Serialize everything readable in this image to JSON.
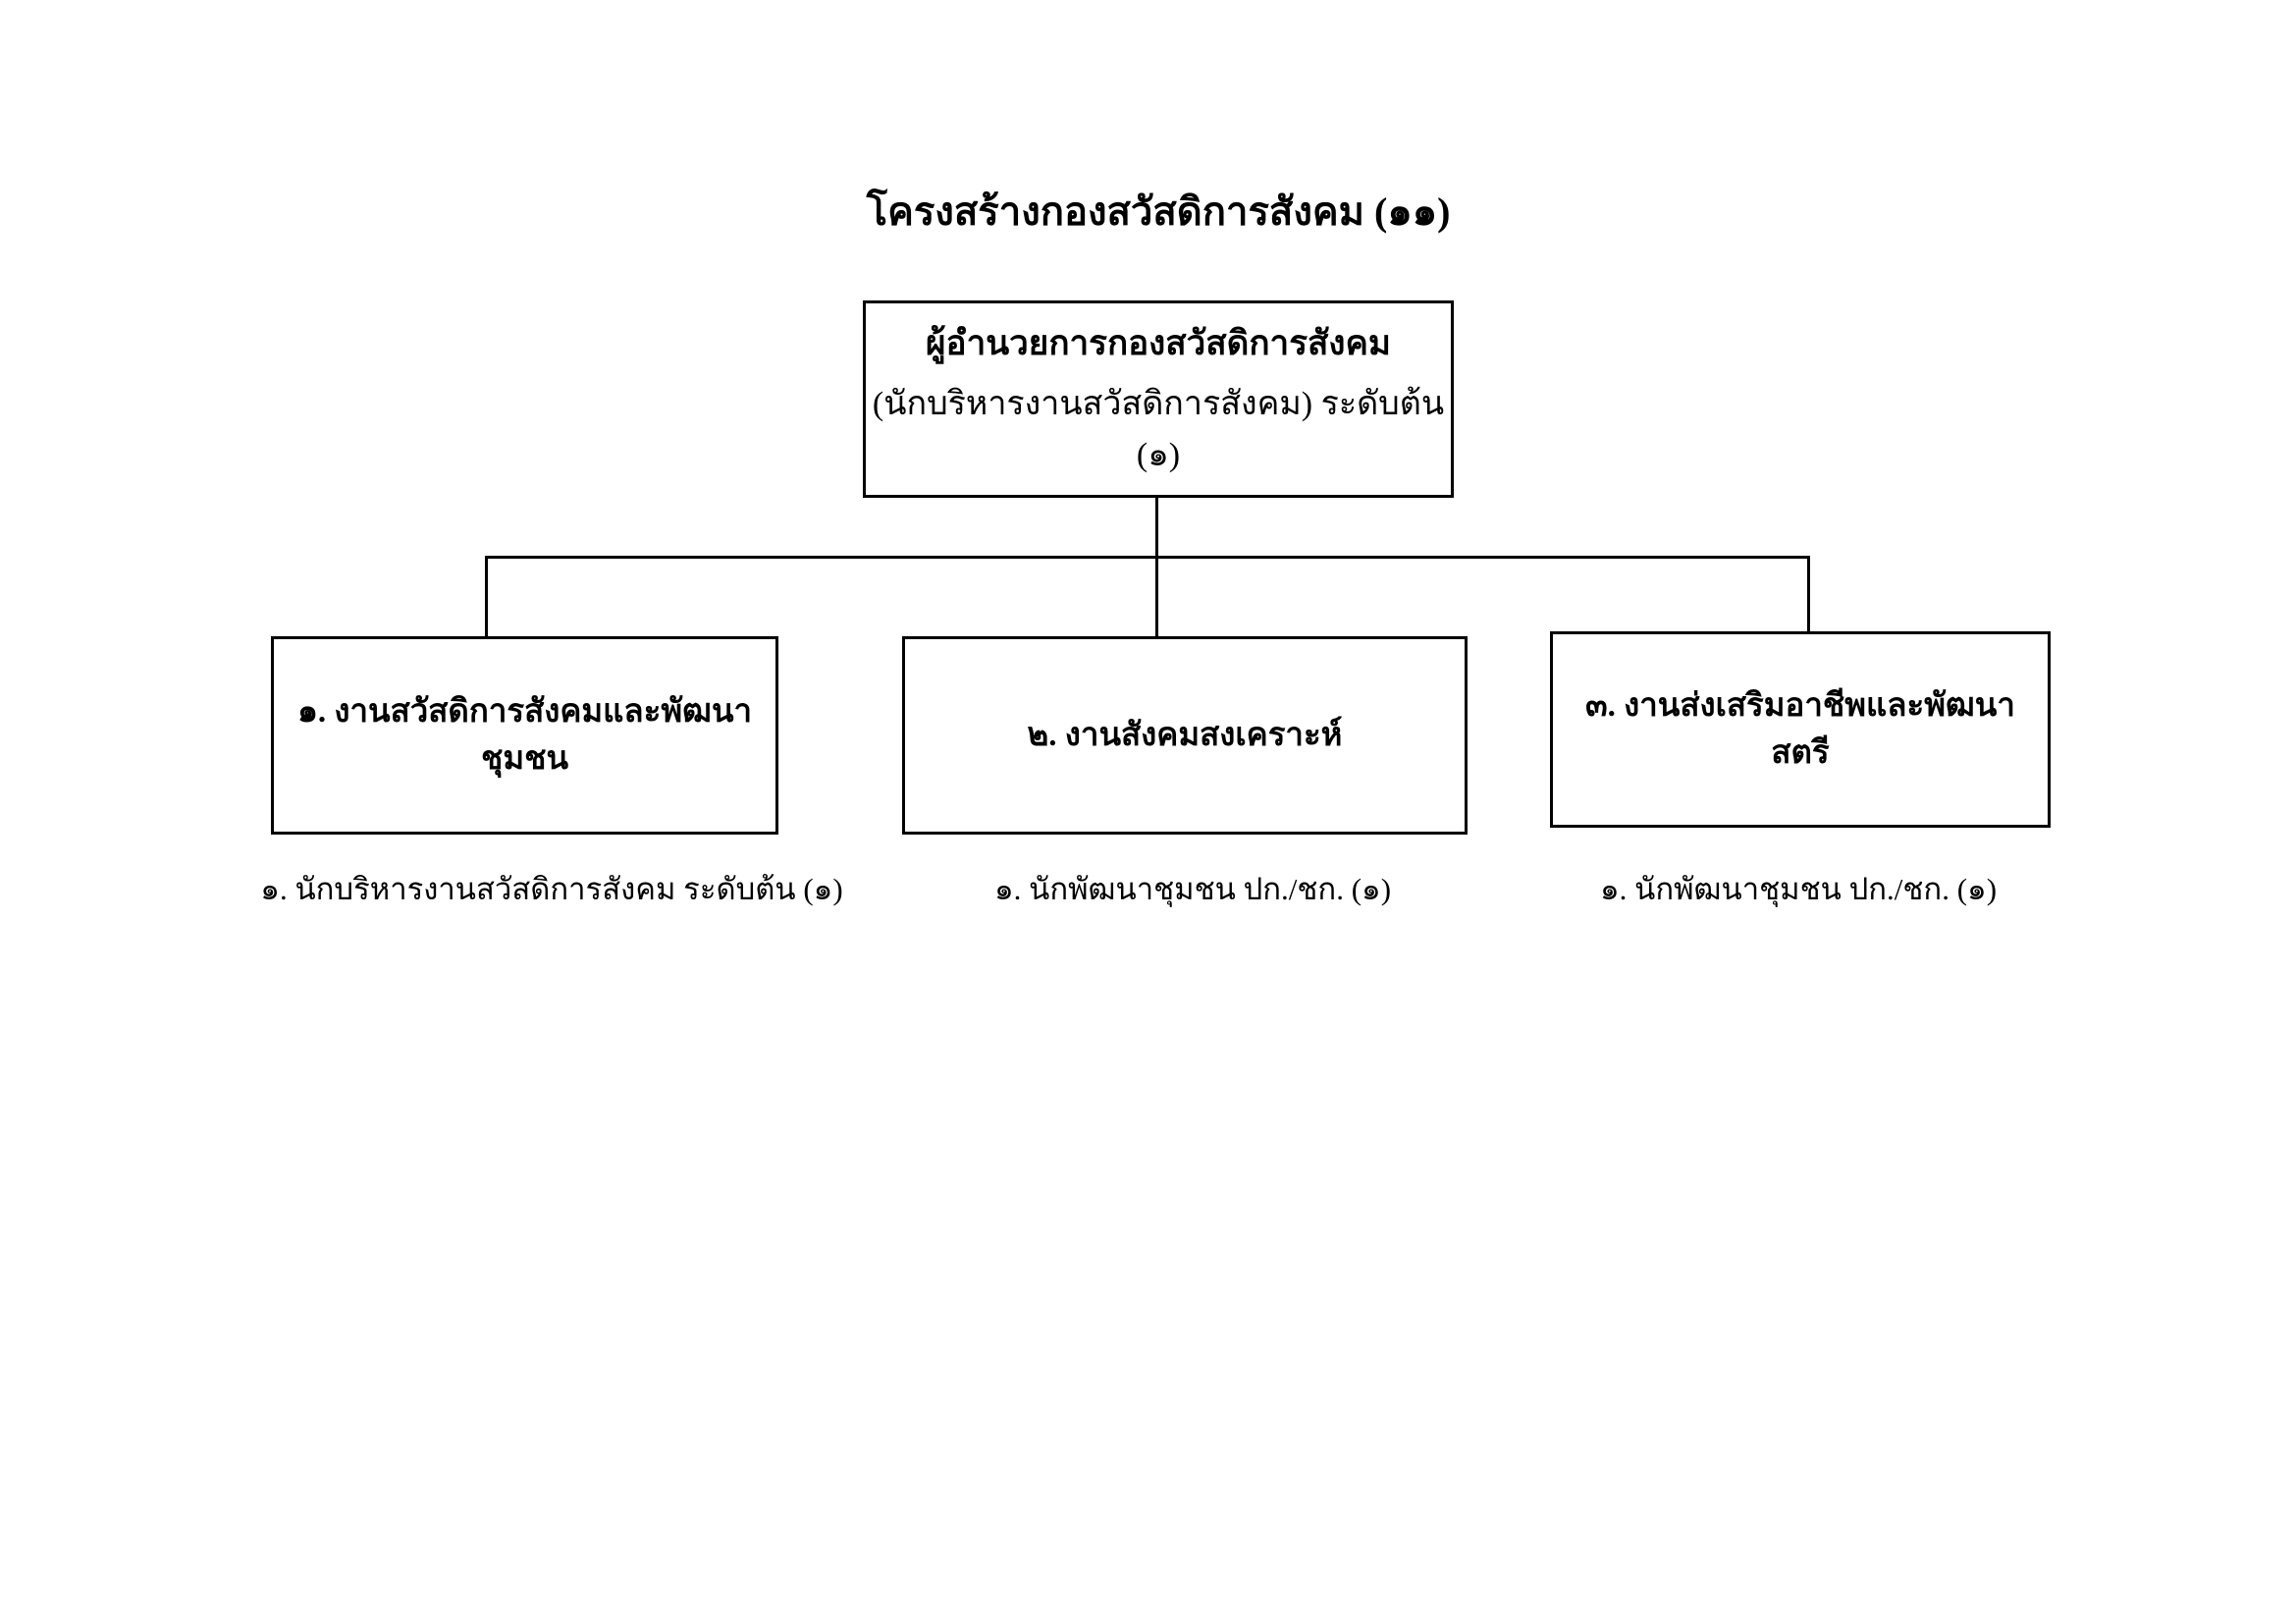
{
  "page": {
    "title": "โครงสร้างกองสวัสดิการสังคม (๑๑)"
  },
  "director": {
    "name": "ผู้อำนวยการกองสวัสดิการสังคม",
    "position": "(นักบริหารงานสวัสดิการสังคม) ระดับต้น (๑)"
  },
  "divisions": [
    {
      "name": "๑. งานสวัสดิการสังคมและพัฒนาชุมชน",
      "staff": "๑. นักบริหารงานสวัสดิการสังคม ระดับต้น (๑)"
    },
    {
      "name": "๒. งานสังคมสงเคราะห์",
      "staff": "๑. นักพัฒนาชุมชน ปก./ชก. (๑)"
    },
    {
      "name": "๓. งานส่งเสริมอาชีพและพัฒนาสตรี",
      "staff": "๑. นักพัฒนาชุมชน ปก./ชก. (๑)"
    }
  ],
  "colors": {
    "background": "#ffffff",
    "line": "#000000",
    "text": "#000000"
  }
}
